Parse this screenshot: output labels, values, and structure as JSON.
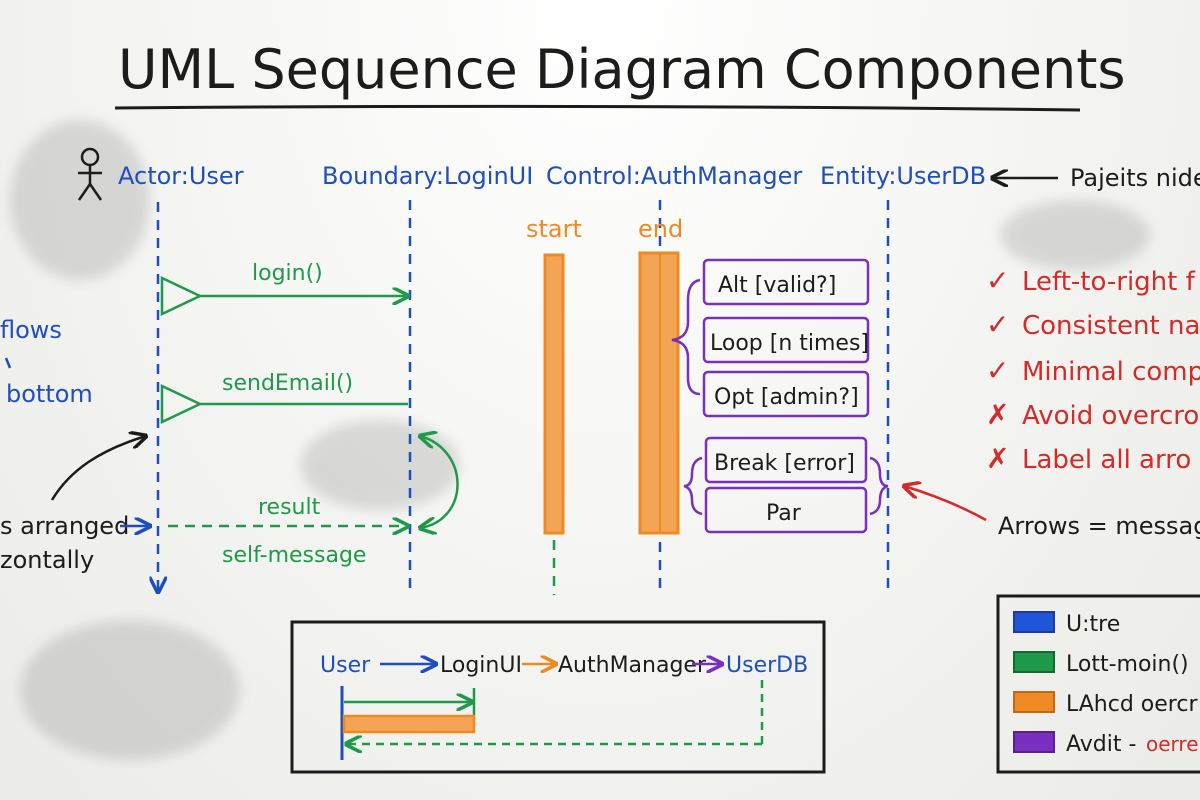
{
  "title": "UML Sequence Diagram Components",
  "lifelines": [
    {
      "type": "Actor",
      "name": "User",
      "label": "Actor:User"
    },
    {
      "type": "Boundary",
      "name": "LoginUI",
      "label": "Boundary:LoginUI"
    },
    {
      "type": "Control",
      "name": "AuthManager",
      "label": "Control:AuthManager"
    },
    {
      "type": "Entity",
      "name": "UserDB",
      "label": "Entity:UserDB"
    }
  ],
  "top_right_note": "Pajeits nide",
  "activation_labels": {
    "start": "start",
    "end": "end"
  },
  "messages": {
    "login": "login()",
    "send_email": "sendEmail()",
    "result": "result",
    "self_message": "self-message"
  },
  "fragments": [
    "Alt [valid?]",
    "Loop [n times]",
    "Opt [admin?]",
    "Break [error]",
    "Par"
  ],
  "left_notes": {
    "flows": "flows",
    "bottom": "bottom",
    "arranged": "s arranged",
    "horizontally": "zontally"
  },
  "checklist": [
    {
      "mark": "✓",
      "text": "Left-to-right f",
      "ok": true
    },
    {
      "mark": "✓",
      "text": "Consistent nam",
      "ok": true
    },
    {
      "mark": "✓",
      "text": "Minimal comple",
      "ok": true
    },
    {
      "mark": "✗",
      "text": "Avoid overcrow",
      "ok": false
    },
    {
      "mark": "✗",
      "text": "Label all arro",
      "ok": false
    }
  ],
  "arrows_note": "Arrows = messag",
  "mini_diagram": {
    "user": "User",
    "loginui": "LoginUI",
    "authmanager": "AuthManager",
    "userdb": "UserDB"
  },
  "legend": [
    {
      "color": "#1f55d8",
      "text": "U:tre"
    },
    {
      "color": "#1f9a4a",
      "text": "Lott-moin()"
    },
    {
      "color": "#f08a24",
      "text": "LAhcd oercr"
    },
    {
      "color": "#7a2fbf",
      "text": "Avdit -",
      "extra": "oerre"
    }
  ],
  "colors": {
    "blue": "#1f4fbf",
    "green": "#1f9a4a",
    "orange": "#ef8a22",
    "purple": "#7a2fbf",
    "red": "#d42a2a",
    "black": "#1c1c1c"
  }
}
